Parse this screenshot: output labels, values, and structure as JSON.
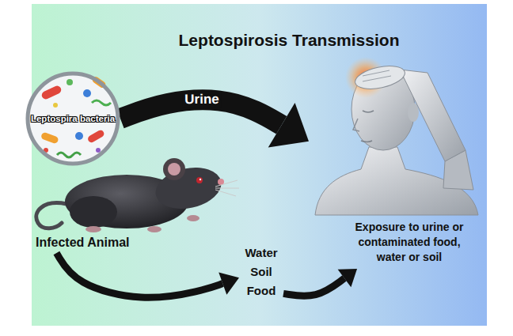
{
  "diagram": {
    "title": "Leptospirosis Transmission",
    "nodes": [
      {
        "text": [
          "Leptospira bacteria"
        ]
      },
      {
        "text": [
          "Infected Animal"
        ]
      },
      {
        "text": [
          "Water Soil Food"
        ]
      },
      {
        "text": [
          "Exposure to urine or contaminated food, water or soil"
        ]
      }
    ],
    "edges": [
      {
        "from": 0,
        "to": 3,
        "label": "Urine",
        "arrow": "to"
      },
      {
        "from": 1,
        "to": 2,
        "arrow": "to"
      },
      {
        "from": 2,
        "to": 3,
        "arrow": "to"
      }
    ]
  }
}
